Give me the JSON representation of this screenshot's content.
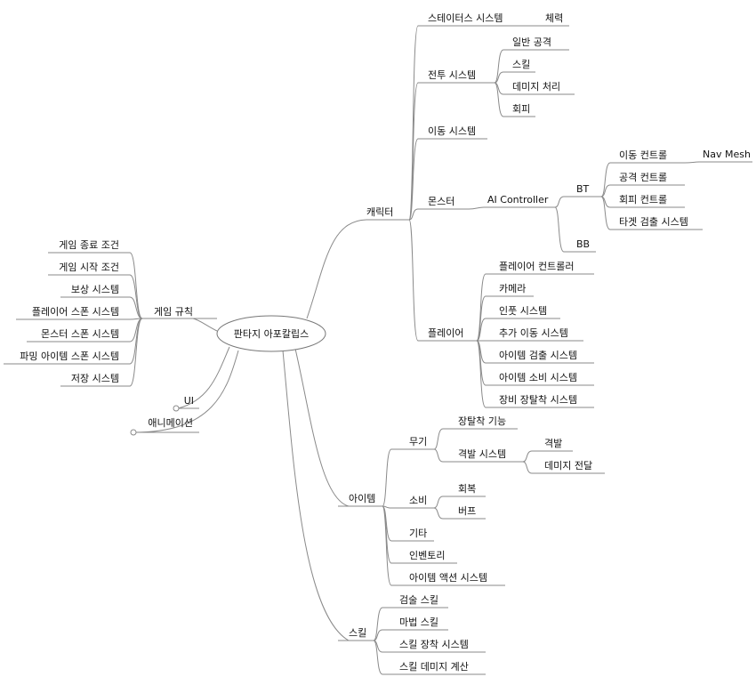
{
  "mindmap": {
    "root": "판타지 아포칼립스",
    "branches": {
      "character": {
        "label": "캐릭터",
        "status": {
          "label": "스테이터스 시스템",
          "children": [
            "체력"
          ]
        },
        "combat": {
          "label": "전투 시스템",
          "children": [
            "일반 공격",
            "스킬",
            "데미지 처리",
            "회피"
          ]
        },
        "movement": {
          "label": "이동 시스템"
        },
        "monster": {
          "label": "몬스터",
          "ai_controller": "AI Controller",
          "bt": {
            "label": "BT",
            "children": [
              "이동 컨트롤",
              "공격 컨트롤",
              "회피 컨트롤",
              "타겟 검출 시스템"
            ],
            "nav_mesh": "Nav Mesh"
          },
          "bb": "BB"
        },
        "player": {
          "label": "플레이어",
          "children": [
            "플레이어 컨트롤러",
            "카메라",
            "인풋 시스템",
            "추가 이동 시스템",
            "아이템 검출 시스템",
            "아이템 소비 시스템",
            "장비 장탈착 시스템"
          ]
        }
      },
      "item": {
        "label": "아이템",
        "weapon": {
          "label": "무기",
          "equip": "장탈착 기능",
          "strike": {
            "label": "격발 시스템",
            "children": [
              "격발",
              "데미지 전달"
            ]
          }
        },
        "consumable": {
          "label": "소비",
          "children": [
            "회복",
            "버프"
          ]
        },
        "others": [
          "기타",
          "인벤토리",
          "아이템 액션 시스템"
        ]
      },
      "skill": {
        "label": "스킬",
        "children": [
          "검술 스킬",
          "마법 스킬",
          "스킬 장착 시스템",
          "스킬 데미지 계산"
        ]
      },
      "rules": {
        "label": "게임 규칙",
        "children": [
          "게임 종료 조건",
          "게임 시작 조건",
          "보상 시스템",
          "플레이어 스폰 시스템",
          "몬스터 스폰 시스템",
          "파밍 아이템 스폰 시스템",
          "저장 시스템"
        ]
      },
      "ui": "UI",
      "animation": "애니메이션"
    }
  }
}
